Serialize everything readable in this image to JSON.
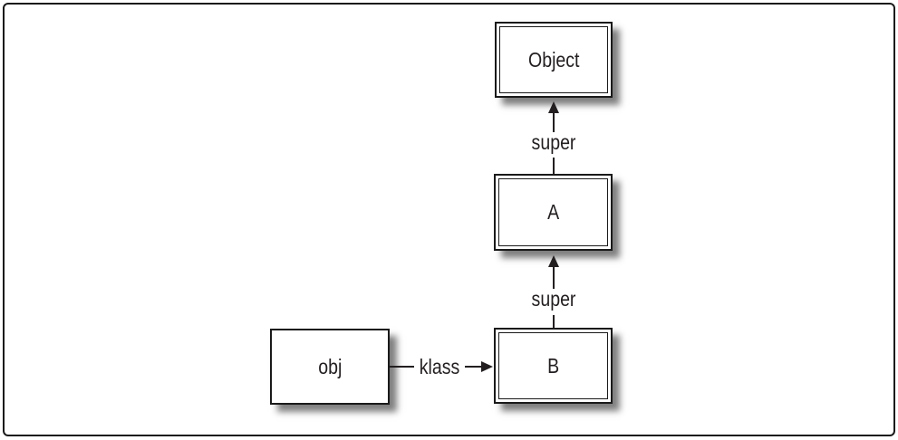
{
  "nodes": {
    "object": {
      "label": "Object",
      "kind": "class"
    },
    "a": {
      "label": "A",
      "kind": "class"
    },
    "b": {
      "label": "B",
      "kind": "class"
    },
    "obj": {
      "label": "obj",
      "kind": "object"
    }
  },
  "arrows": {
    "super_upper": {
      "label": "super",
      "from": "A",
      "to": "Object"
    },
    "super_lower": {
      "label": "super",
      "from": "B",
      "to": "A"
    },
    "klass": {
      "label": "klass",
      "from": "obj",
      "to": "B"
    }
  },
  "colors": {
    "line": "#231f20",
    "box_fill": "#ffffff",
    "frame_border": "#1a1a1a",
    "shadow": "#808080",
    "background": "#ffffff"
  }
}
